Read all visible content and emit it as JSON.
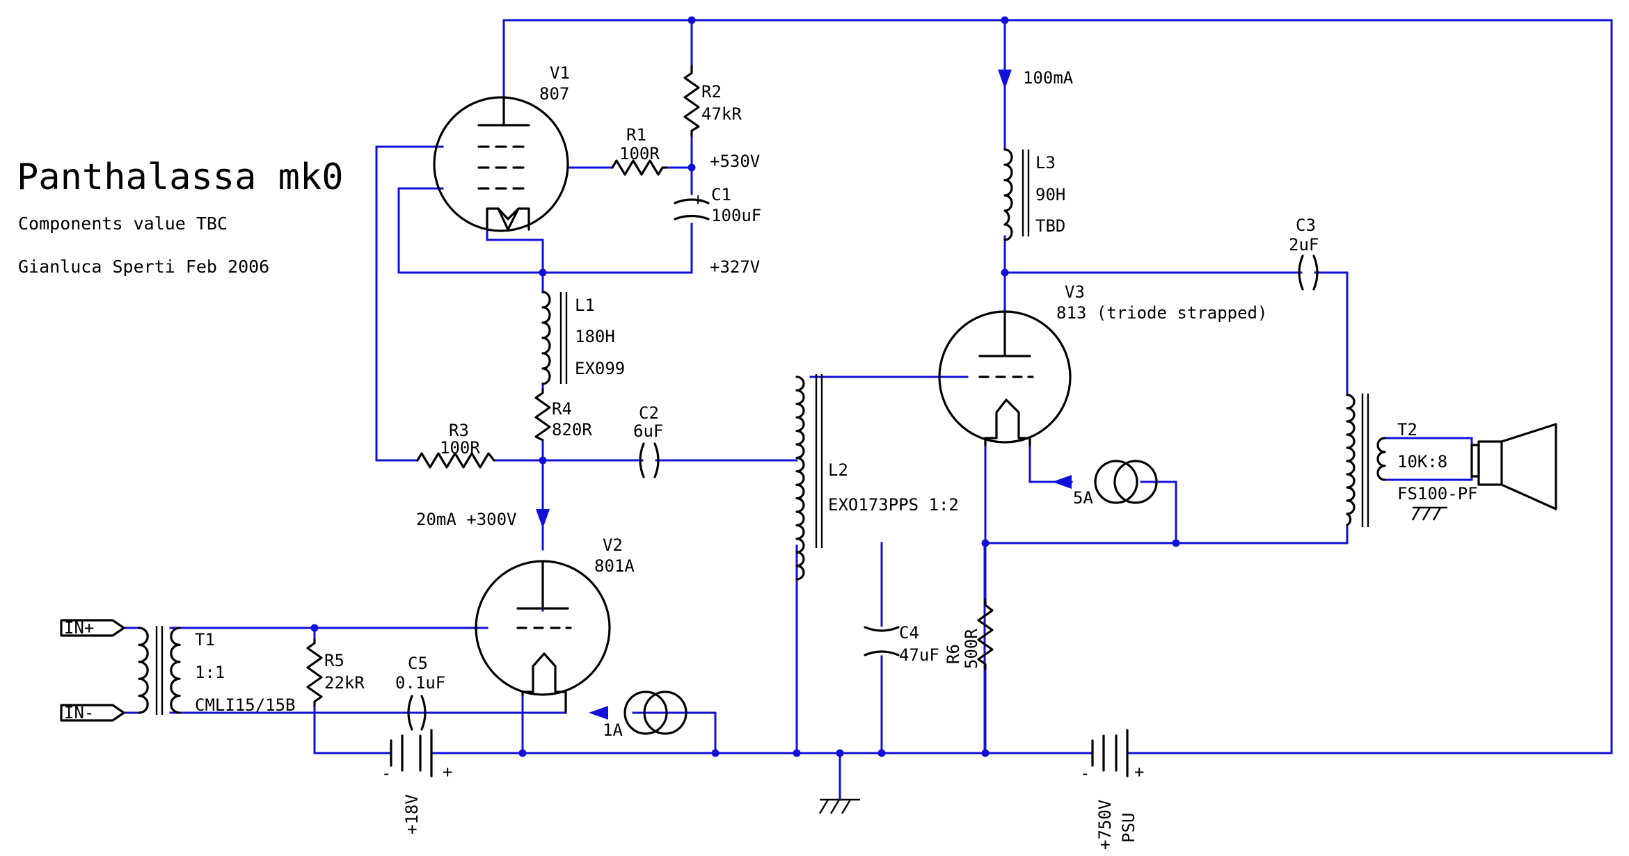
{
  "title": "Panthalassa mk0",
  "notes": [
    "Components value TBC",
    "Gianluca Sperti Feb 2006"
  ],
  "components": {
    "V1": {
      "ref": "V1",
      "value": "807"
    },
    "V2": {
      "ref": "V2",
      "value": "801A"
    },
    "V3": {
      "ref": "V3",
      "value": "813 (triode strapped)"
    },
    "R1": {
      "ref": "R1",
      "value": "100R"
    },
    "R2": {
      "ref": "R2",
      "value": "47kR"
    },
    "R3": {
      "ref": "R3",
      "value": "100R"
    },
    "R4": {
      "ref": "R4",
      "value": "820R"
    },
    "R5": {
      "ref": "R5",
      "value": "22kR"
    },
    "R6": {
      "ref": "R6",
      "value": "500R"
    },
    "C1": {
      "ref": "C1",
      "value": "100uF",
      "polarity": "+"
    },
    "C2": {
      "ref": "C2",
      "value": "6uF"
    },
    "C3": {
      "ref": "C3",
      "value": "2uF"
    },
    "C4": {
      "ref": "C4",
      "value": "47uF"
    },
    "C5": {
      "ref": "C5",
      "value": "0.1uF"
    },
    "L1": {
      "ref": "L1",
      "value": "180H",
      "part": "EX099"
    },
    "L2": {
      "ref": "L2",
      "part": "EXO173PPS 1:2"
    },
    "L3": {
      "ref": "L3",
      "value": "90H",
      "part": "TBD"
    },
    "T1": {
      "ref": "T1",
      "ratio": "1:1",
      "part": "CMLI15/15B"
    },
    "T2": {
      "ref": "T2",
      "ratio": "10K:8",
      "part": "FS100-PF"
    },
    "I1": {
      "value": "5A"
    },
    "I2": {
      "value": "1A"
    }
  },
  "voltages": {
    "v530": "+530V",
    "v327": "+327V",
    "i100": "100mA",
    "v300": "20mA +300V"
  },
  "ports": {
    "in_plus": "IN+",
    "in_minus": "IN-"
  },
  "batteries": {
    "bias": {
      "value": "+18V",
      "minus": "-",
      "plus": "+"
    },
    "psu": {
      "value": "+750V",
      "name": "PSU",
      "minus": "-",
      "plus": "+"
    }
  },
  "colors": {
    "wire": "#1010d8",
    "component": "#000000",
    "background": "#ffffff"
  }
}
